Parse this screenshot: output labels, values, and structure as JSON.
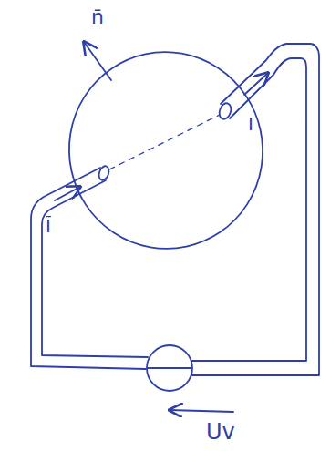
{
  "diagram": {
    "labels": [
      "n̄",
      "Ī",
      "I",
      "Uv"
    ]
  }
}
